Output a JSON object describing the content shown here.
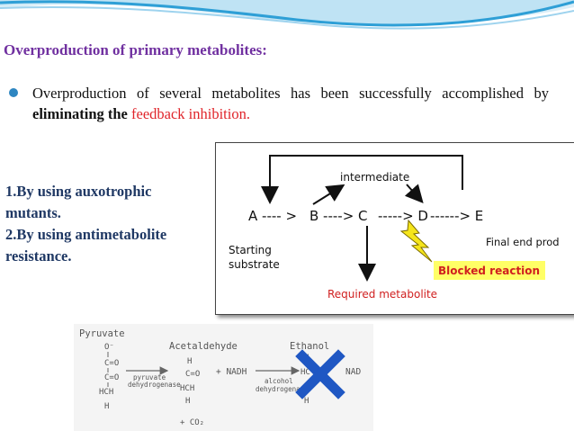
{
  "slide": {
    "title": "Overproduction of primary metabolites:",
    "bullet": {
      "part1": "Overproduction of several metabolites has been successfully accomplished by ",
      "part2": "eliminating the",
      "part3": " feedback inhibition."
    },
    "methods": [
      "1.By using auxotrophic",
      "mutants.",
      "2.By using antimetabolite",
      "resistance."
    ],
    "colors": {
      "title": "#7030a0",
      "emphasis_red": "#e0242a",
      "methods": "#1f3864",
      "bullet": "#2e86c1"
    }
  },
  "diagram": {
    "intermediate": "intermediate",
    "pathway": {
      "a": "A ---- >",
      "b": "B ----> C",
      "c": "-----> D",
      "d": "------> E"
    },
    "starting_substrate": [
      "Starting",
      "substrate"
    ],
    "final_end_product": "Final end prod",
    "blocked_reaction": "Blocked reaction",
    "required_metabolite": "Required metabolite",
    "icons": [
      "lightning-bolt-icon"
    ]
  },
  "chemistry": {
    "pyruvate": "Pyruvate",
    "acetaldehyde": "Acetaldehyde",
    "ethanol": "Ethanol",
    "enzyme1_a": "pyruvate",
    "enzyme1_b": "dehydrogenase",
    "enzyme2_a": "alcohol",
    "enzyme2_b": "dehydrogenase",
    "nadh": "+ NADH",
    "nad": "NAD",
    "co2": "+ CO₂",
    "atoms": {
      "o_minus": "O⁻",
      "c_top": "C=O",
      "c_mid": "C=O",
      "hch": "HCH",
      "h": "H",
      "ald_h": "H",
      "ald_c": "C=O",
      "ald_hch": "HCH",
      "ald_hb": "H",
      "eth_h": "H",
      "eth_hc": "HC",
      "eth_h2": "H",
      "eth_hb": "H"
    },
    "icons": [
      "blocked-x-icon"
    ]
  }
}
